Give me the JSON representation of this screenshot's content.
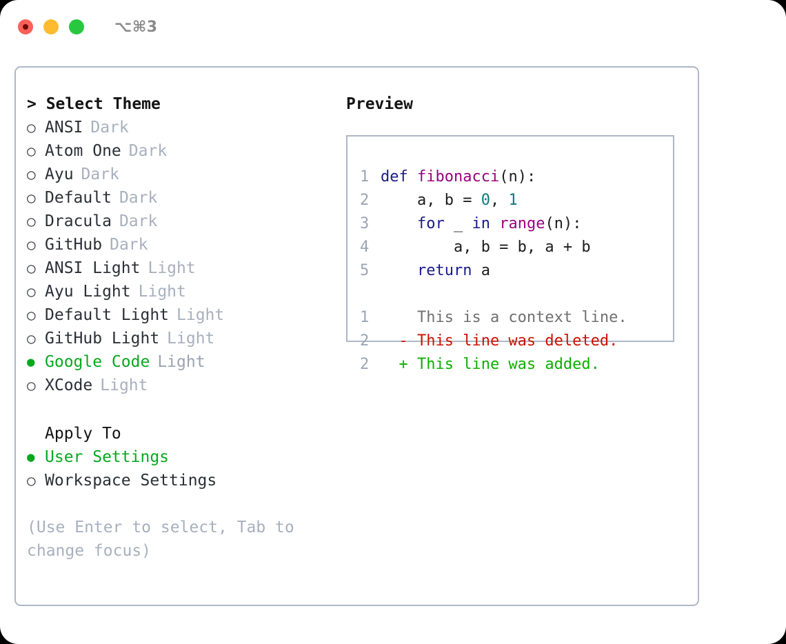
{
  "window": {
    "shortcut_hint": "⌥⌘3",
    "traffic_lights": [
      {
        "name": "close",
        "color": "#fb6158"
      },
      {
        "name": "minimize",
        "color": "#fdbc2f"
      },
      {
        "name": "zoom",
        "color": "#29c73f"
      }
    ]
  },
  "theme_picker": {
    "header": "> Select Theme",
    "marker_unselected": "○",
    "marker_selected": "●",
    "items": [
      {
        "name": "ANSI",
        "variant": "Dark",
        "selected": false
      },
      {
        "name": "Atom One",
        "variant": "Dark",
        "selected": false
      },
      {
        "name": "Ayu",
        "variant": "Dark",
        "selected": false
      },
      {
        "name": "Default",
        "variant": "Dark",
        "selected": false
      },
      {
        "name": "Dracula",
        "variant": "Dark",
        "selected": false
      },
      {
        "name": "GitHub",
        "variant": "Dark",
        "selected": false
      },
      {
        "name": "ANSI Light",
        "variant": "Light",
        "selected": false
      },
      {
        "name": "Ayu Light",
        "variant": "Light",
        "selected": false
      },
      {
        "name": "Default Light",
        "variant": "Light",
        "selected": false
      },
      {
        "name": "GitHub Light",
        "variant": "Light",
        "selected": false
      },
      {
        "name": "Google Code",
        "variant": "Light",
        "selected": true
      },
      {
        "name": "XCode",
        "variant": "Light",
        "selected": false
      }
    ]
  },
  "apply_to": {
    "header": "Apply To",
    "options": [
      {
        "name": "User Settings",
        "selected": true
      },
      {
        "name": "Workspace Settings",
        "selected": false
      }
    ]
  },
  "hint": "(Use Enter to select, Tab to change focus)",
  "preview": {
    "header": "Preview",
    "code_lines": [
      {
        "num": "1",
        "tokens": [
          {
            "t": "def",
            "c": "kw"
          },
          {
            "t": " ",
            "c": "plain"
          },
          {
            "t": "fibonacci",
            "c": "fn"
          },
          {
            "t": "(n):",
            "c": "plain"
          }
        ]
      },
      {
        "num": "2",
        "tokens": [
          {
            "t": "    a, b = ",
            "c": "plain"
          },
          {
            "t": "0",
            "c": "num"
          },
          {
            "t": ", ",
            "c": "plain"
          },
          {
            "t": "1",
            "c": "num"
          }
        ]
      },
      {
        "num": "3",
        "tokens": [
          {
            "t": "    ",
            "c": "plain"
          },
          {
            "t": "for",
            "c": "kw"
          },
          {
            "t": " _ ",
            "c": "plain"
          },
          {
            "t": "in",
            "c": "kw"
          },
          {
            "t": " ",
            "c": "plain"
          },
          {
            "t": "range",
            "c": "fn"
          },
          {
            "t": "(n):",
            "c": "plain"
          }
        ]
      },
      {
        "num": "4",
        "tokens": [
          {
            "t": "        a, b = b, a + b",
            "c": "plain"
          }
        ]
      },
      {
        "num": "5",
        "tokens": [
          {
            "t": "    ",
            "c": "plain"
          },
          {
            "t": "return",
            "c": "kw"
          },
          {
            "t": " a",
            "c": "plain"
          }
        ]
      }
    ],
    "diff_lines": [
      {
        "num": "1",
        "prefix": "  ",
        "text": "This is a context line.",
        "kind": "context"
      },
      {
        "num": "2",
        "prefix": "- ",
        "text": "This line was deleted.",
        "kind": "del"
      },
      {
        "num": "2",
        "prefix": "+ ",
        "text": "This line was added.",
        "kind": "add"
      }
    ]
  },
  "colors": {
    "accent_green": "#07a81f",
    "border": "#aeb7c6",
    "muted": "#a7b0bd",
    "keyword": "#1a1a8c",
    "function": "#99007f",
    "number": "#0d7a7a",
    "diff_add": "#0bb000",
    "diff_del": "#cc1100",
    "diff_context": "#707070"
  }
}
